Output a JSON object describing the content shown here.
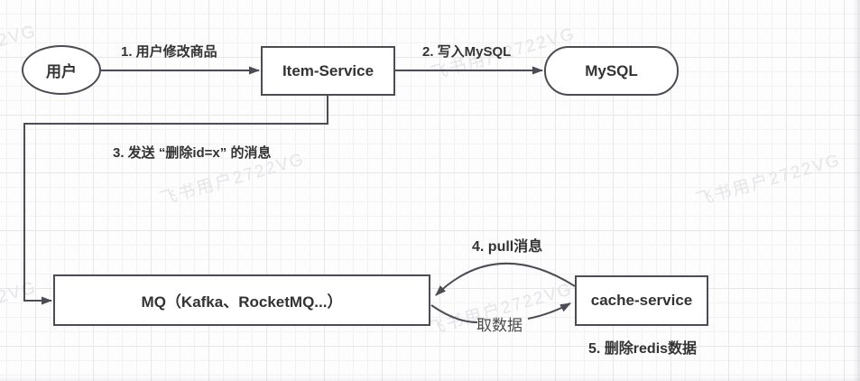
{
  "nodes": {
    "user": {
      "label": "用户"
    },
    "item_service": {
      "label": "Item-Service"
    },
    "mysql": {
      "label": "MySQL"
    },
    "mq": {
      "label": "MQ（Kafka、RocketMQ...）"
    },
    "cache_service": {
      "label": "cache-service"
    }
  },
  "edge_labels": {
    "step1": "1. 用户修改商品",
    "step2": "2. 写入MySQL",
    "step3": "3. 发送 “删除id=x” 的消息",
    "step4": "4. pull消息",
    "pull_data": "取数据",
    "step5": "5. 删除redis数据"
  },
  "watermark": {
    "text": "飞书用户2722VG"
  },
  "colors": {
    "stroke": "#4c4c54",
    "label": "#333333",
    "watermark": "#e5e4e8",
    "grid_minor": "#f2f1f3",
    "grid_major": "#e7e6e9",
    "node_fill": "#ffffff"
  }
}
